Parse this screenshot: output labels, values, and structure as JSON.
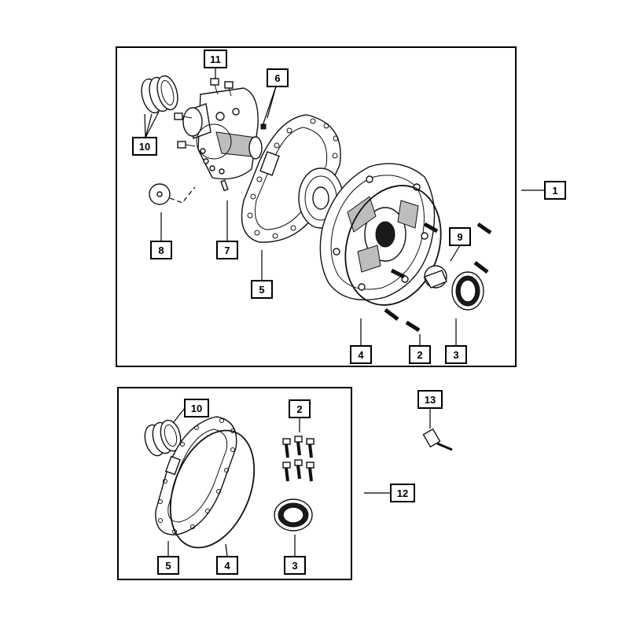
{
  "diagram": {
    "upper_callouts": [
      {
        "id": "1",
        "label": "1"
      },
      {
        "id": "2",
        "label": "2"
      },
      {
        "id": "3",
        "label": "3"
      },
      {
        "id": "4",
        "label": "4"
      },
      {
        "id": "5",
        "label": "5"
      },
      {
        "id": "6",
        "label": "6"
      },
      {
        "id": "7",
        "label": "7"
      },
      {
        "id": "8",
        "label": "8"
      },
      {
        "id": "9",
        "label": "9"
      },
      {
        "id": "10",
        "label": "10"
      },
      {
        "id": "11",
        "label": "11"
      }
    ],
    "lower_callouts": [
      {
        "id": "10",
        "label": "10"
      },
      {
        "id": "2",
        "label": "2"
      },
      {
        "id": "12",
        "label": "12"
      },
      {
        "id": "5",
        "label": "5"
      },
      {
        "id": "4",
        "label": "4"
      },
      {
        "id": "3",
        "label": "3"
      }
    ],
    "extra_callouts": [
      {
        "id": "13",
        "label": "13"
      }
    ]
  }
}
